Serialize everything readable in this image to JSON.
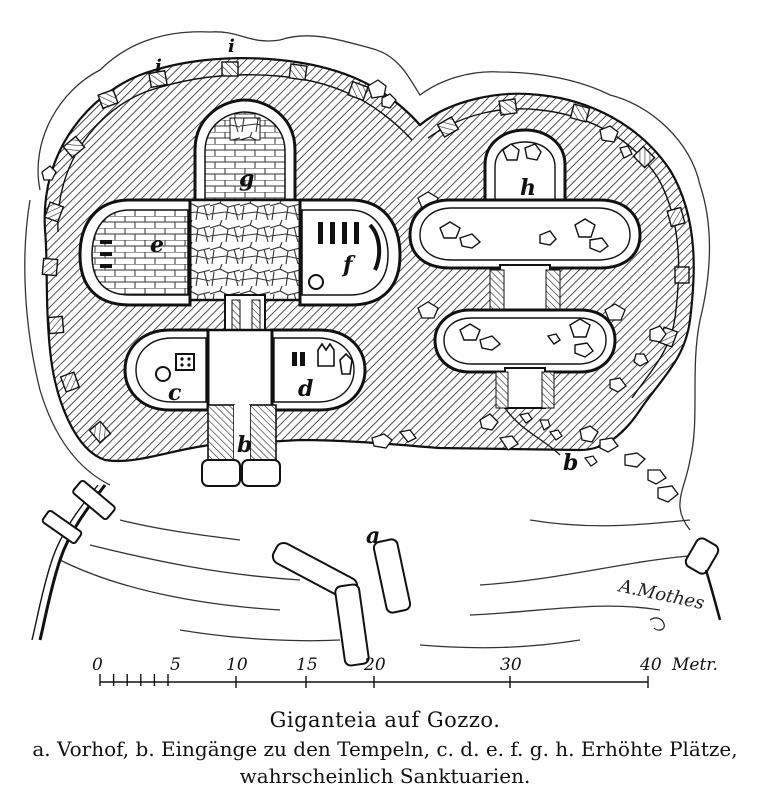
{
  "plan": {
    "labels": {
      "a": "a",
      "b1": "b",
      "b2": "b",
      "c": "c",
      "d": "d",
      "e": "e",
      "f": "f",
      "g": "g",
      "h": "h",
      "i1": "i",
      "i2": "i"
    },
    "signature": "A.Mothes"
  },
  "scale": {
    "ticks": [
      "0",
      "5",
      "10",
      "15",
      "20",
      "30",
      "40"
    ],
    "unit": "Metr."
  },
  "caption": {
    "title": "Giganteia auf Gozzo.",
    "text": "a. Vorhof, b. Eingänge zu den Tempeln, c. d. e. f. g. h. Erhöhte Plätze, wahrscheinlich Sanktuarien."
  }
}
